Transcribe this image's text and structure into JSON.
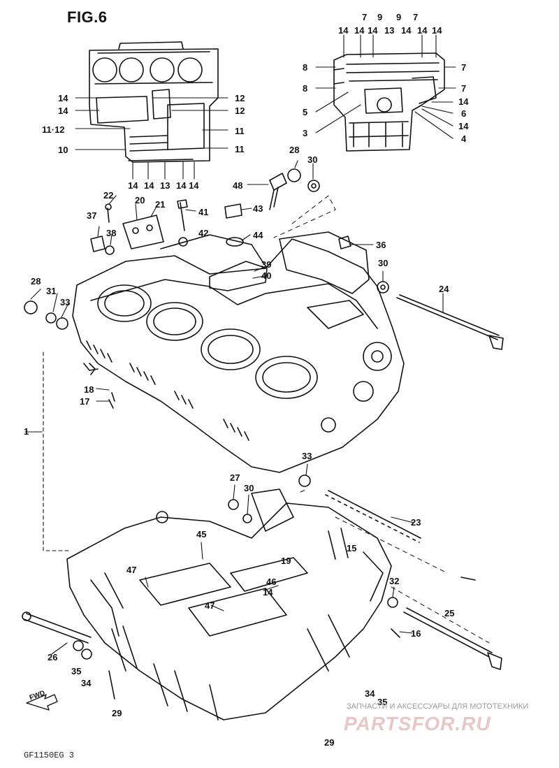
{
  "figure_title": "FIG.6",
  "figure_code": "GF1150EG 3",
  "fwd_label": "FWD",
  "watermark": {
    "caption": "ЗАПЧАСТИ И АКСЕССУАРЫ ДЛЯ МОТОТЕХНИКИ",
    "brand": "PARTSFOR.RU"
  },
  "callouts": {
    "tl_14a": "14",
    "tl_14b": "14",
    "tl_12a": "12",
    "tl_12b": "12",
    "tl_1112": "11·12",
    "tl_11a": "11",
    "tl_10": "10",
    "tl_11b": "11",
    "tl_b14a": "14",
    "tl_b14b": "14",
    "tl_b13": "13",
    "tl_b14c": "14",
    "tl_b14d": "14",
    "tr_7a": "7",
    "tr_9a": "9",
    "tr_9b": "9",
    "tr_7b": "7",
    "tr_14a": "14",
    "tr_14b": "14",
    "tr_14c": "14",
    "tr_13": "13",
    "tr_14d": "14",
    "tr_14e": "14",
    "tr_14f": "14",
    "tr_8a": "8",
    "tr_8b": "8",
    "tr_5": "5",
    "tr_3": "3",
    "tr_7c": "7",
    "tr_7d": "7",
    "tr_14g": "14",
    "tr_6": "6",
    "tr_14h": "14",
    "tr_4": "4",
    "p28a": "28",
    "p30a": "30",
    "p48": "48",
    "p22": "22",
    "p20": "20",
    "p21": "21",
    "p41": "41",
    "p43": "43",
    "p37": "37",
    "p38": "38",
    "p42": "42",
    "p44": "44",
    "p36": "36",
    "p39": "39",
    "p40": "40",
    "p28b": "28",
    "p31": "31",
    "p33a": "33",
    "p30b": "30",
    "p24": "24",
    "p18": "18",
    "p17": "17",
    "p1": "1",
    "p33b": "33",
    "p27": "27",
    "p30c": "30",
    "p23": "23",
    "p45": "45",
    "p15": "15",
    "p19": "19",
    "p47a": "47",
    "p46": "46",
    "p14": "14",
    "p47b": "47",
    "p32": "32",
    "p25": "25",
    "p16": "16",
    "p26": "26",
    "p35a": "35",
    "p34a": "34",
    "p29a": "29",
    "p34b": "34",
    "p35b": "35",
    "p29b": "29"
  }
}
